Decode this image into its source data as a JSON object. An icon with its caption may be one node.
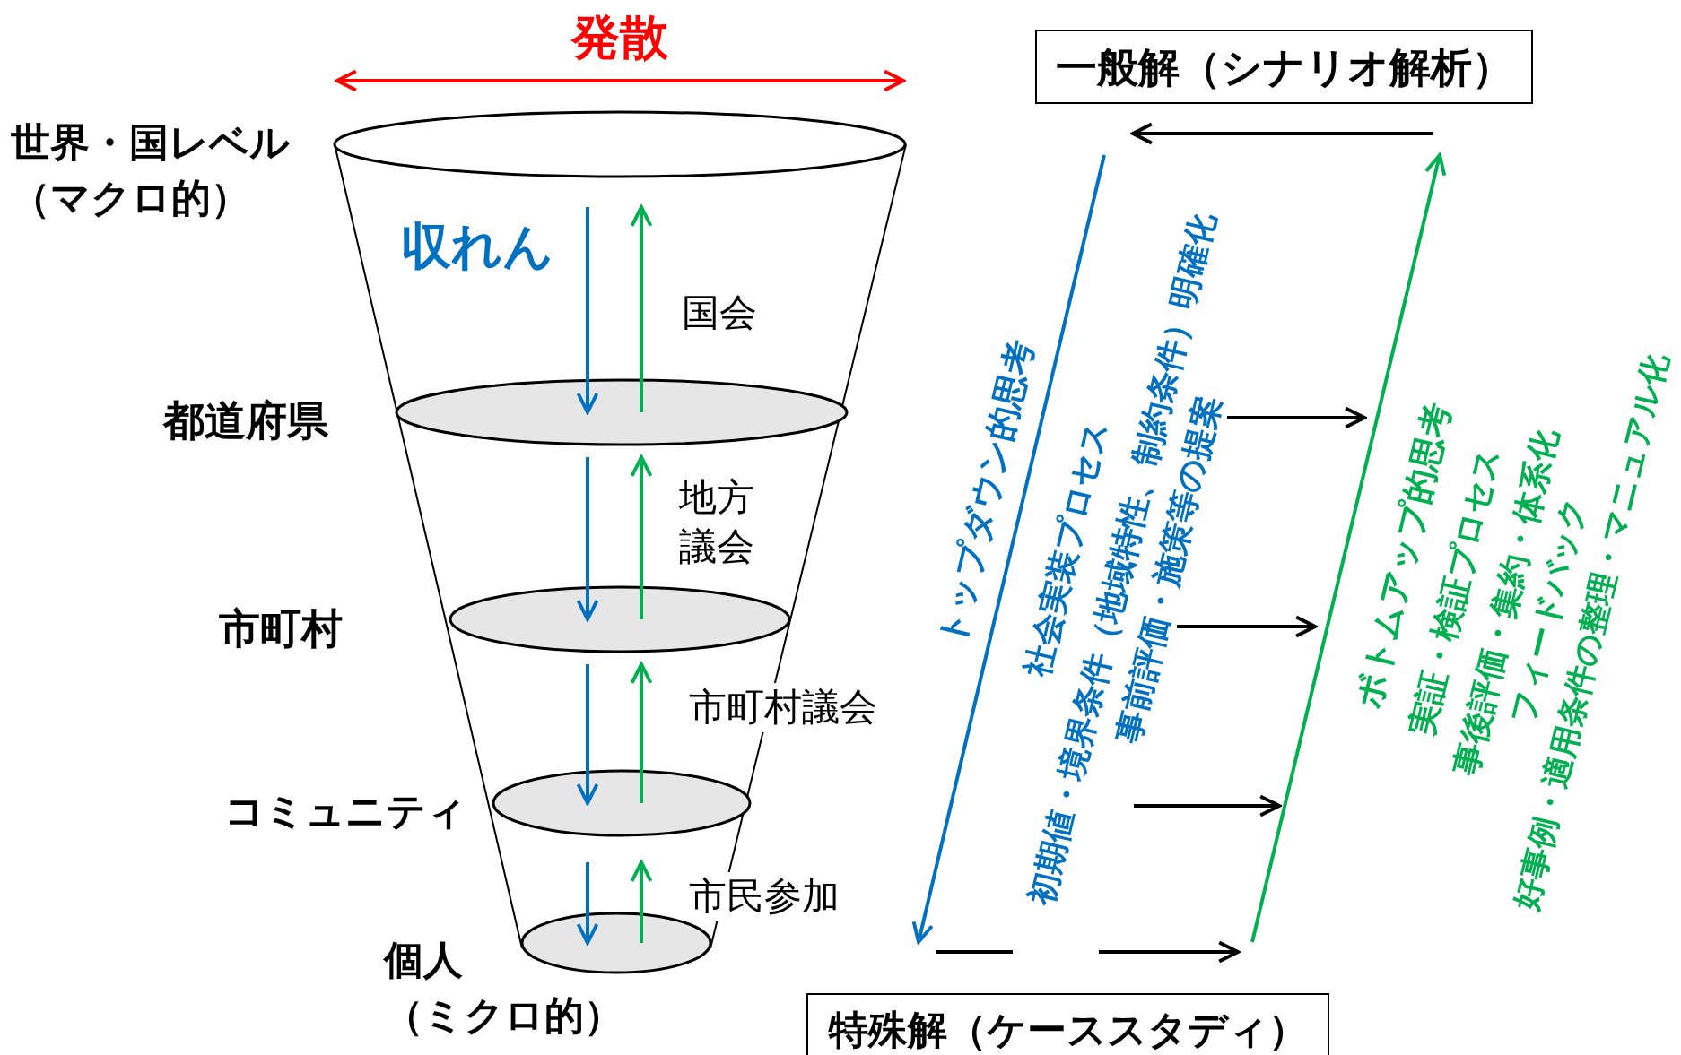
{
  "diagram": {
    "nodes": [
      {
        "text": [],
        "shape": "ellipse",
        "beside": [
          "世界・国レベル（マクロ的）"
        ]
      },
      {
        "text": [],
        "shape": "ellipse",
        "beside": [
          "都道府県"
        ]
      },
      {
        "text": [],
        "shape": "ellipse",
        "beside": [
          "市町村"
        ]
      },
      {
        "text": [],
        "shape": "ellipse",
        "beside": [
          "コミュニティ"
        ]
      },
      {
        "text": [],
        "shape": "ellipse",
        "beside": [
          "個人（ミクロ的）"
        ]
      },
      {
        "text": [
          "一般解（シナリオ解析）"
        ]
      },
      {
        "text": [
          "特殊解（ケーススタディ）"
        ]
      }
    ],
    "edges": [
      {
        "from": 0,
        "to": 1,
        "arrow": "to",
        "color": "#0070c0"
      },
      {
        "from": 1,
        "to": 0,
        "arrow": "to",
        "color": "#00b050",
        "label": "国会"
      },
      {
        "from": 1,
        "to": 2,
        "arrow": "to",
        "color": "#0070c0"
      },
      {
        "from": 2,
        "to": 1,
        "arrow": "to",
        "color": "#00b050",
        "label": "地方議会"
      },
      {
        "from": 2,
        "to": 3,
        "arrow": "to",
        "color": "#0070c0"
      },
      {
        "from": 3,
        "to": 2,
        "arrow": "to",
        "color": "#00b050",
        "label": "市町村議会"
      },
      {
        "from": 3,
        "to": 4,
        "arrow": "to",
        "color": "#0070c0"
      },
      {
        "from": 4,
        "to": 3,
        "arrow": "to",
        "color": "#00b050",
        "label": "市民参加"
      },
      {
        "from": 5,
        "to": 6,
        "arrow": "to",
        "color": "#0070c0"
      },
      {
        "from": 6,
        "to": 5,
        "arrow": "to",
        "color": "#00b050"
      }
    ],
    "labels": [
      "発散",
      "収れん",
      "トップダウン的思考",
      "社会実装プロセス",
      "初期値・境界条件（地域特性、制約条件）明確化",
      "事前評価・施策等の提案",
      "ボトムアップ的思考",
      "実証・検証プロセス",
      "事後評価・集約・体系化",
      "フィードバック",
      "好事例・適用条件の整理・マニュアル化"
    ]
  }
}
